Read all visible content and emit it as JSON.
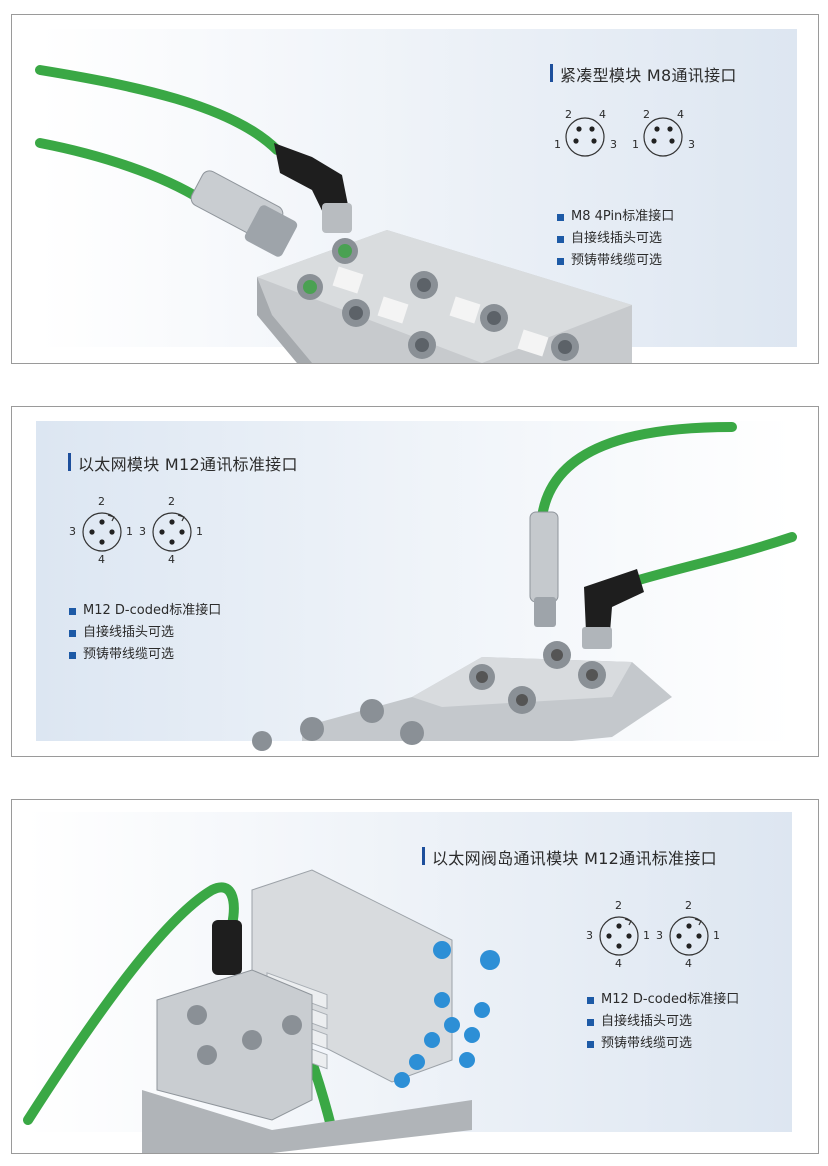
{
  "panels": [
    {
      "title": "紧凑型模块 M8通讯接口",
      "features": [
        "M8 4Pin标准接口",
        "自接线插头可选",
        "预铸带线缆可选"
      ],
      "pinout": {
        "top": [
          "2",
          "4"
        ],
        "left": "1",
        "right": "3"
      }
    },
    {
      "title": "以太网模块 M12通讯标准接口",
      "features": [
        "M12 D-coded标准接口",
        "自接线插头可选",
        "预铸带线缆可选"
      ],
      "pinout": {
        "top": "2",
        "left": "3",
        "right": "1",
        "bottom": "4"
      }
    },
    {
      "title": "以太网阀岛通讯模块 M12通讯标准接口",
      "features": [
        "M12 D-coded标准接口",
        "自接线插头可选",
        "预铸带线缆可选"
      ],
      "pinout": {
        "top": "2",
        "left": "3",
        "right": "1",
        "bottom": "4"
      }
    }
  ],
  "colors": {
    "accent": "#1d4f9c",
    "cable": "#3aa845"
  }
}
